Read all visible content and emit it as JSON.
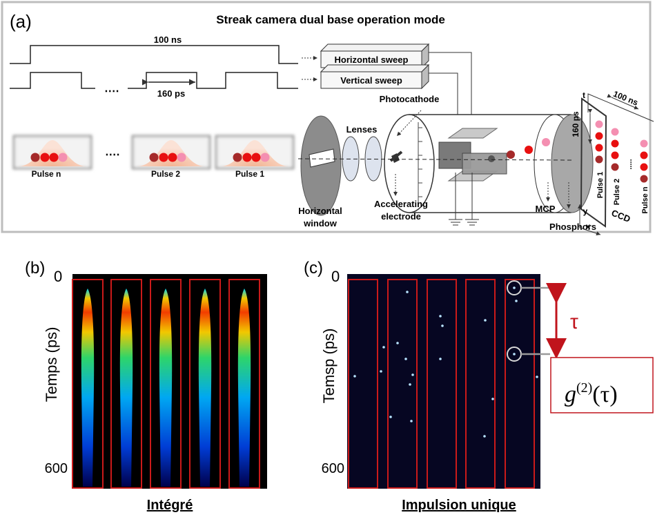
{
  "panel_a": {
    "label": "(a)",
    "title": "Streak camera dual base operation mode",
    "timing": {
      "period_label": "100 ns",
      "pulse_spacing_label": "160 ps",
      "ellipsis": "․․․․"
    },
    "sweeps": {
      "horizontal": "Horizontal sweep",
      "vertical": "Vertical sweep"
    },
    "pulses": [
      "Pulse n",
      "Pulse 2",
      "Pulse 1"
    ],
    "pulse_ellipsis": "․․․․",
    "components": {
      "lenses": "Lenses",
      "photocathode": "Photocathode",
      "horizontal_window_1": "Horizontal",
      "horizontal_window_2": "window",
      "accelerating_1": "Accelerating",
      "accelerating_2": "electrode",
      "mcp": "MCP",
      "phosphors": "Phosphors"
    },
    "ccd": {
      "time_axis": "t",
      "vertical_span": "160 ps",
      "horizontal_span": "100 ns",
      "columns": [
        "Pulse 1",
        "Pulse 2",
        "Pulse n"
      ],
      "label": "CCD",
      "x_axis": "x",
      "y_axis": "y",
      "dots": "....."
    },
    "colors": {
      "pink": "#f48fb1",
      "red": "#e81010",
      "darkred": "#a52a2a",
      "gaussian": "#f6c9b3"
    }
  },
  "panel_b": {
    "label": "(b)",
    "top_tick": "0",
    "bottom_tick": "600",
    "ylabel": "Temps (ps)",
    "caption": "Intégré"
  },
  "panel_c": {
    "label": "(c)",
    "top_tick": "0",
    "bottom_tick": "600",
    "ylabel": "Temsp (ps)",
    "caption": "Impulsion unique",
    "tau": "τ",
    "g2_base": "g",
    "g2_sup": "(2)",
    "g2_arg": "(τ)"
  }
}
